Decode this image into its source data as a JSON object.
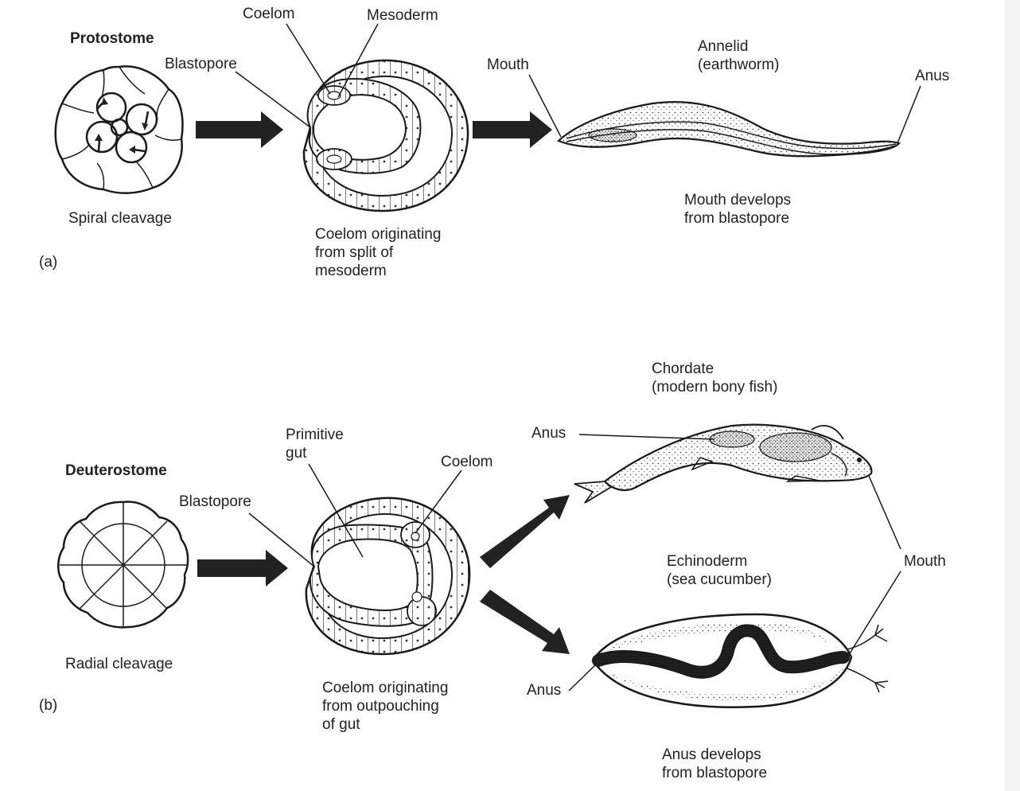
{
  "part_a": {
    "marker": "(a)",
    "heading": "Protostome",
    "cleavage_label": "Spiral cleavage",
    "labels": {
      "coelom": "Coelom",
      "mesoderm": "Mesoderm",
      "blastopore": "Blastopore",
      "mouth": "Mouth",
      "animal": "Annelid\n(earthworm)",
      "anus": "Anus"
    },
    "coelom_caption": "Coelom originating\nfrom split of\nmesoderm",
    "development_caption": "Mouth develops\nfrom blastopore"
  },
  "part_b": {
    "marker": "(b)",
    "heading": "Deuterostome",
    "cleavage_label": "Radial cleavage",
    "labels": {
      "primitive_gut": "Primitive\ngut",
      "coelom": "Coelom",
      "blastopore": "Blastopore",
      "chordate": "Chordate\n(modern bony fish)",
      "anus_fish": "Anus",
      "echinoderm": "Echinoderm\n(sea cucumber)",
      "mouth": "Mouth",
      "anus_cucumber": "Anus"
    },
    "coelom_caption": "Coelom originating\nfrom outpouching\nof gut",
    "development_caption": "Anus develops\nfrom blastopore"
  }
}
